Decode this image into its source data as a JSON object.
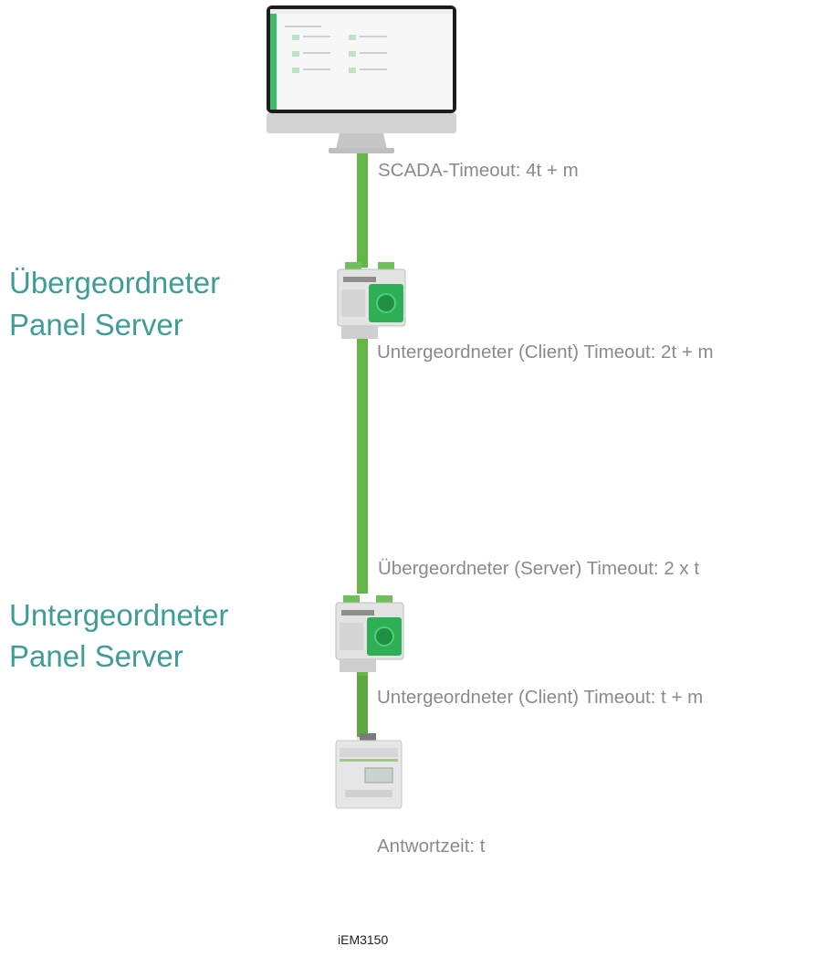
{
  "scada": {
    "timeout_label": "SCADA-Timeout: 4t + m"
  },
  "upper_server": {
    "title_line1": "Übergeordneter",
    "title_line2": "Panel Server",
    "client_timeout_label": "Untergeordneter (Client) Timeout: 2t + m"
  },
  "lower_server": {
    "title_line1": "Untergeordneter",
    "title_line2": "Panel Server",
    "server_timeout_label": "Übergeordneter (Server) Timeout: 2 x t",
    "client_timeout_label": "Untergeordneter (Client) Timeout: t + m"
  },
  "meter": {
    "response_label": "Antwortzeit: t",
    "name": "iEM3150"
  },
  "colors": {
    "cable": "#63b746",
    "title": "#3f9c96",
    "label": "#8a8a8a"
  }
}
